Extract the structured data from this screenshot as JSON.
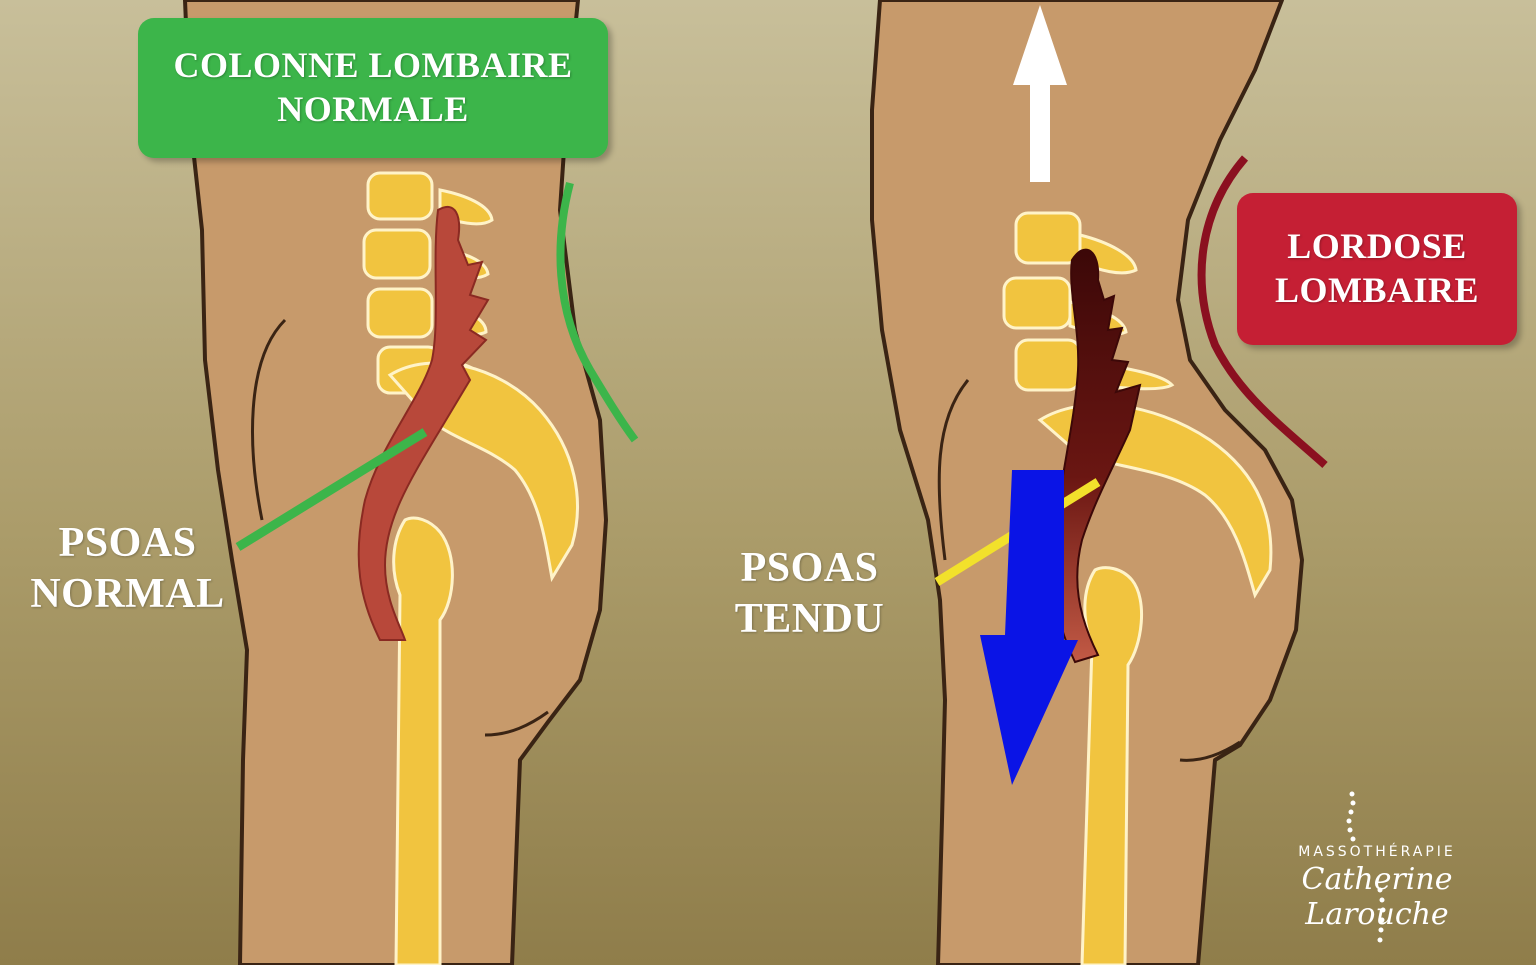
{
  "left_panel": {
    "title_box": {
      "line1": "COLONNE LOMBAIRE",
      "line2": "NORMALE",
      "color": "#3cb54a"
    },
    "muscle_label": {
      "line1": "PSOAS",
      "line2": "NORMAL"
    },
    "indicator_color": "#3cb54a"
  },
  "right_panel": {
    "title_box": {
      "line1": "LORDOSE",
      "line2": "LOMBAIRE",
      "color": "#c51f34"
    },
    "muscle_label": {
      "line1": "PSOAS",
      "line2": "TENDU"
    },
    "indicator_color": "#8b1020",
    "pointer_color": "#f2e12b",
    "arrow_up_color": "#ffffff",
    "arrow_down_color": "#0a14e6"
  },
  "colors": {
    "skin": "#c79a6b",
    "bone": "#f1c43f",
    "bone_outline": "#fff3c8",
    "muscle_normal": "#b8483a",
    "muscle_tense": "#5a0f0f",
    "background_top": "#c8bf9a",
    "background_bottom": "#8f7d4a"
  },
  "logo": {
    "brand": "MASSOTHÉRAPIE",
    "name": "Catherine Larouche"
  }
}
